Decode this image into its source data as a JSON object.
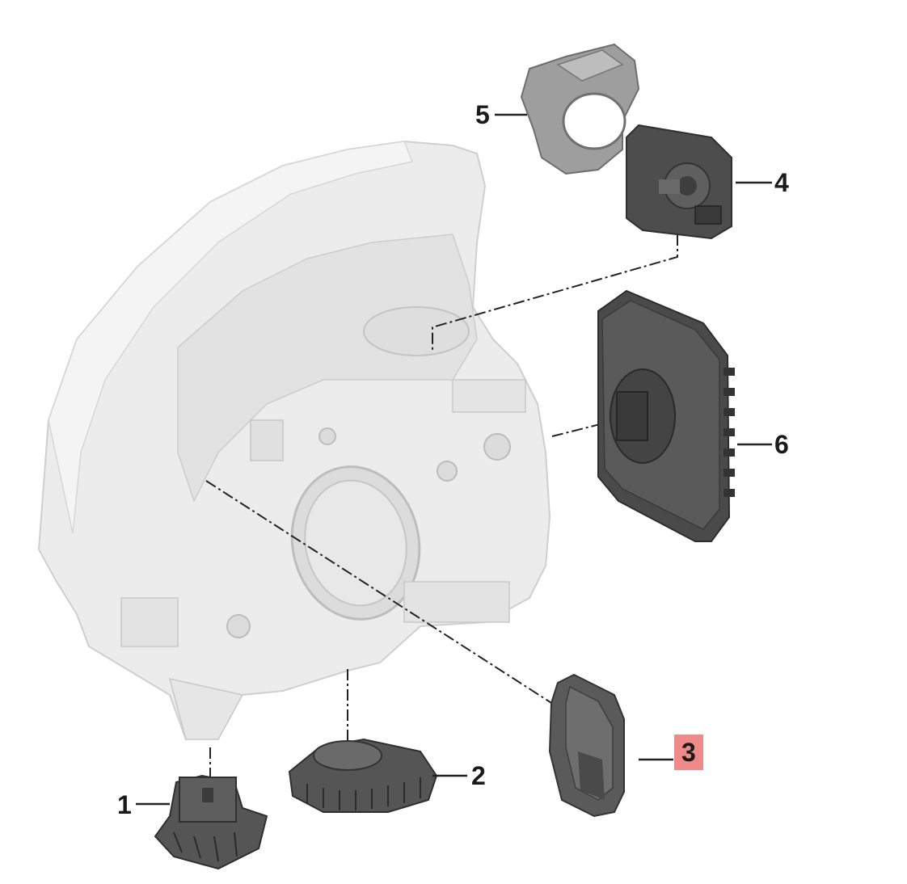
{
  "callouts": {
    "c1": "1",
    "c2": "2",
    "c3": "3",
    "c4": "4",
    "c5": "5",
    "c6": "6"
  },
  "highlighted_callout": "3",
  "colors": {
    "housing": "#e9e9e9",
    "housing_stroke": "#c9c9c9",
    "part_dark": "#4a4a4a",
    "part_mid": "#6f6f6f",
    "bracket": "#9b9b9b",
    "highlight": "#f08a8a",
    "leader": "#222222"
  }
}
